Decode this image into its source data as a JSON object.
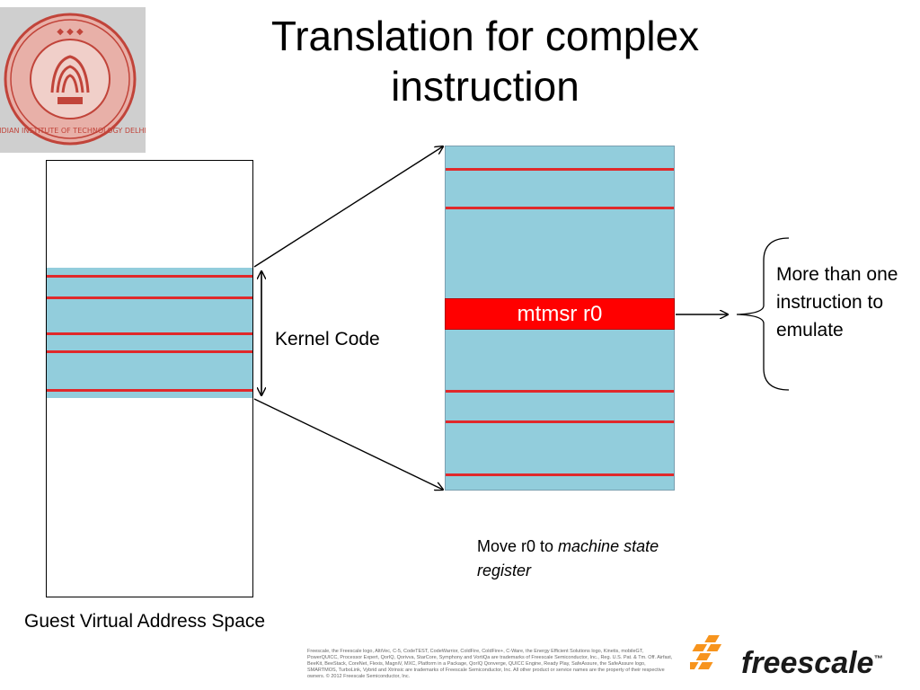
{
  "slide": {
    "title": "Translation for complex instruction",
    "logo_text": "INDIAN INSTITUTE OF TECHNOLOGY DELHI"
  },
  "diagram": {
    "kernel_label": "Kernel Code",
    "instruction_label": "mtmsr r0",
    "bracket_note": "More than one instruction to emulate",
    "move_prefix": "Move r0 to ",
    "move_emph": "machine state register",
    "guest_space_label": "Guest Virtual Address Space"
  },
  "footer": {
    "legal": "Freescale, the Freescale logo, AltiVec, C-5, CodeTEST, CodeWarrior, ColdFire, ColdFire+, C-Ware, the Energy Efficient Solutions logo, Kinetis, mobileGT, PowerQUICC, Processor Expert, QorIQ, Qorivva, StarCore, Symphony and VortiQa are trademarks of Freescale Semiconductor, Inc., Reg. U.S. Pat. & Tm. Off. Airfast, BeeKit, BeeStack, CoreNet, Flexis, MagniV, MXC, Platform in a Package, QorIQ Qonverge, QUICC Engine, Ready Play, SafeAssure, the SafeAssure logo, SMARTMOS, TurboLink, Vybrid and Xtrinsic are trademarks of Freescale Semiconductor, Inc. All other product or service names are the property of their respective owners. © 2012 Freescale Semiconductor, Inc.",
    "brand": "freescale",
    "tm": "™"
  },
  "colors": {
    "block_fill": "#92cddc",
    "line_red": "#e0292b",
    "highlight_red": "#ff0000",
    "brand_orange": "#f7941d"
  }
}
